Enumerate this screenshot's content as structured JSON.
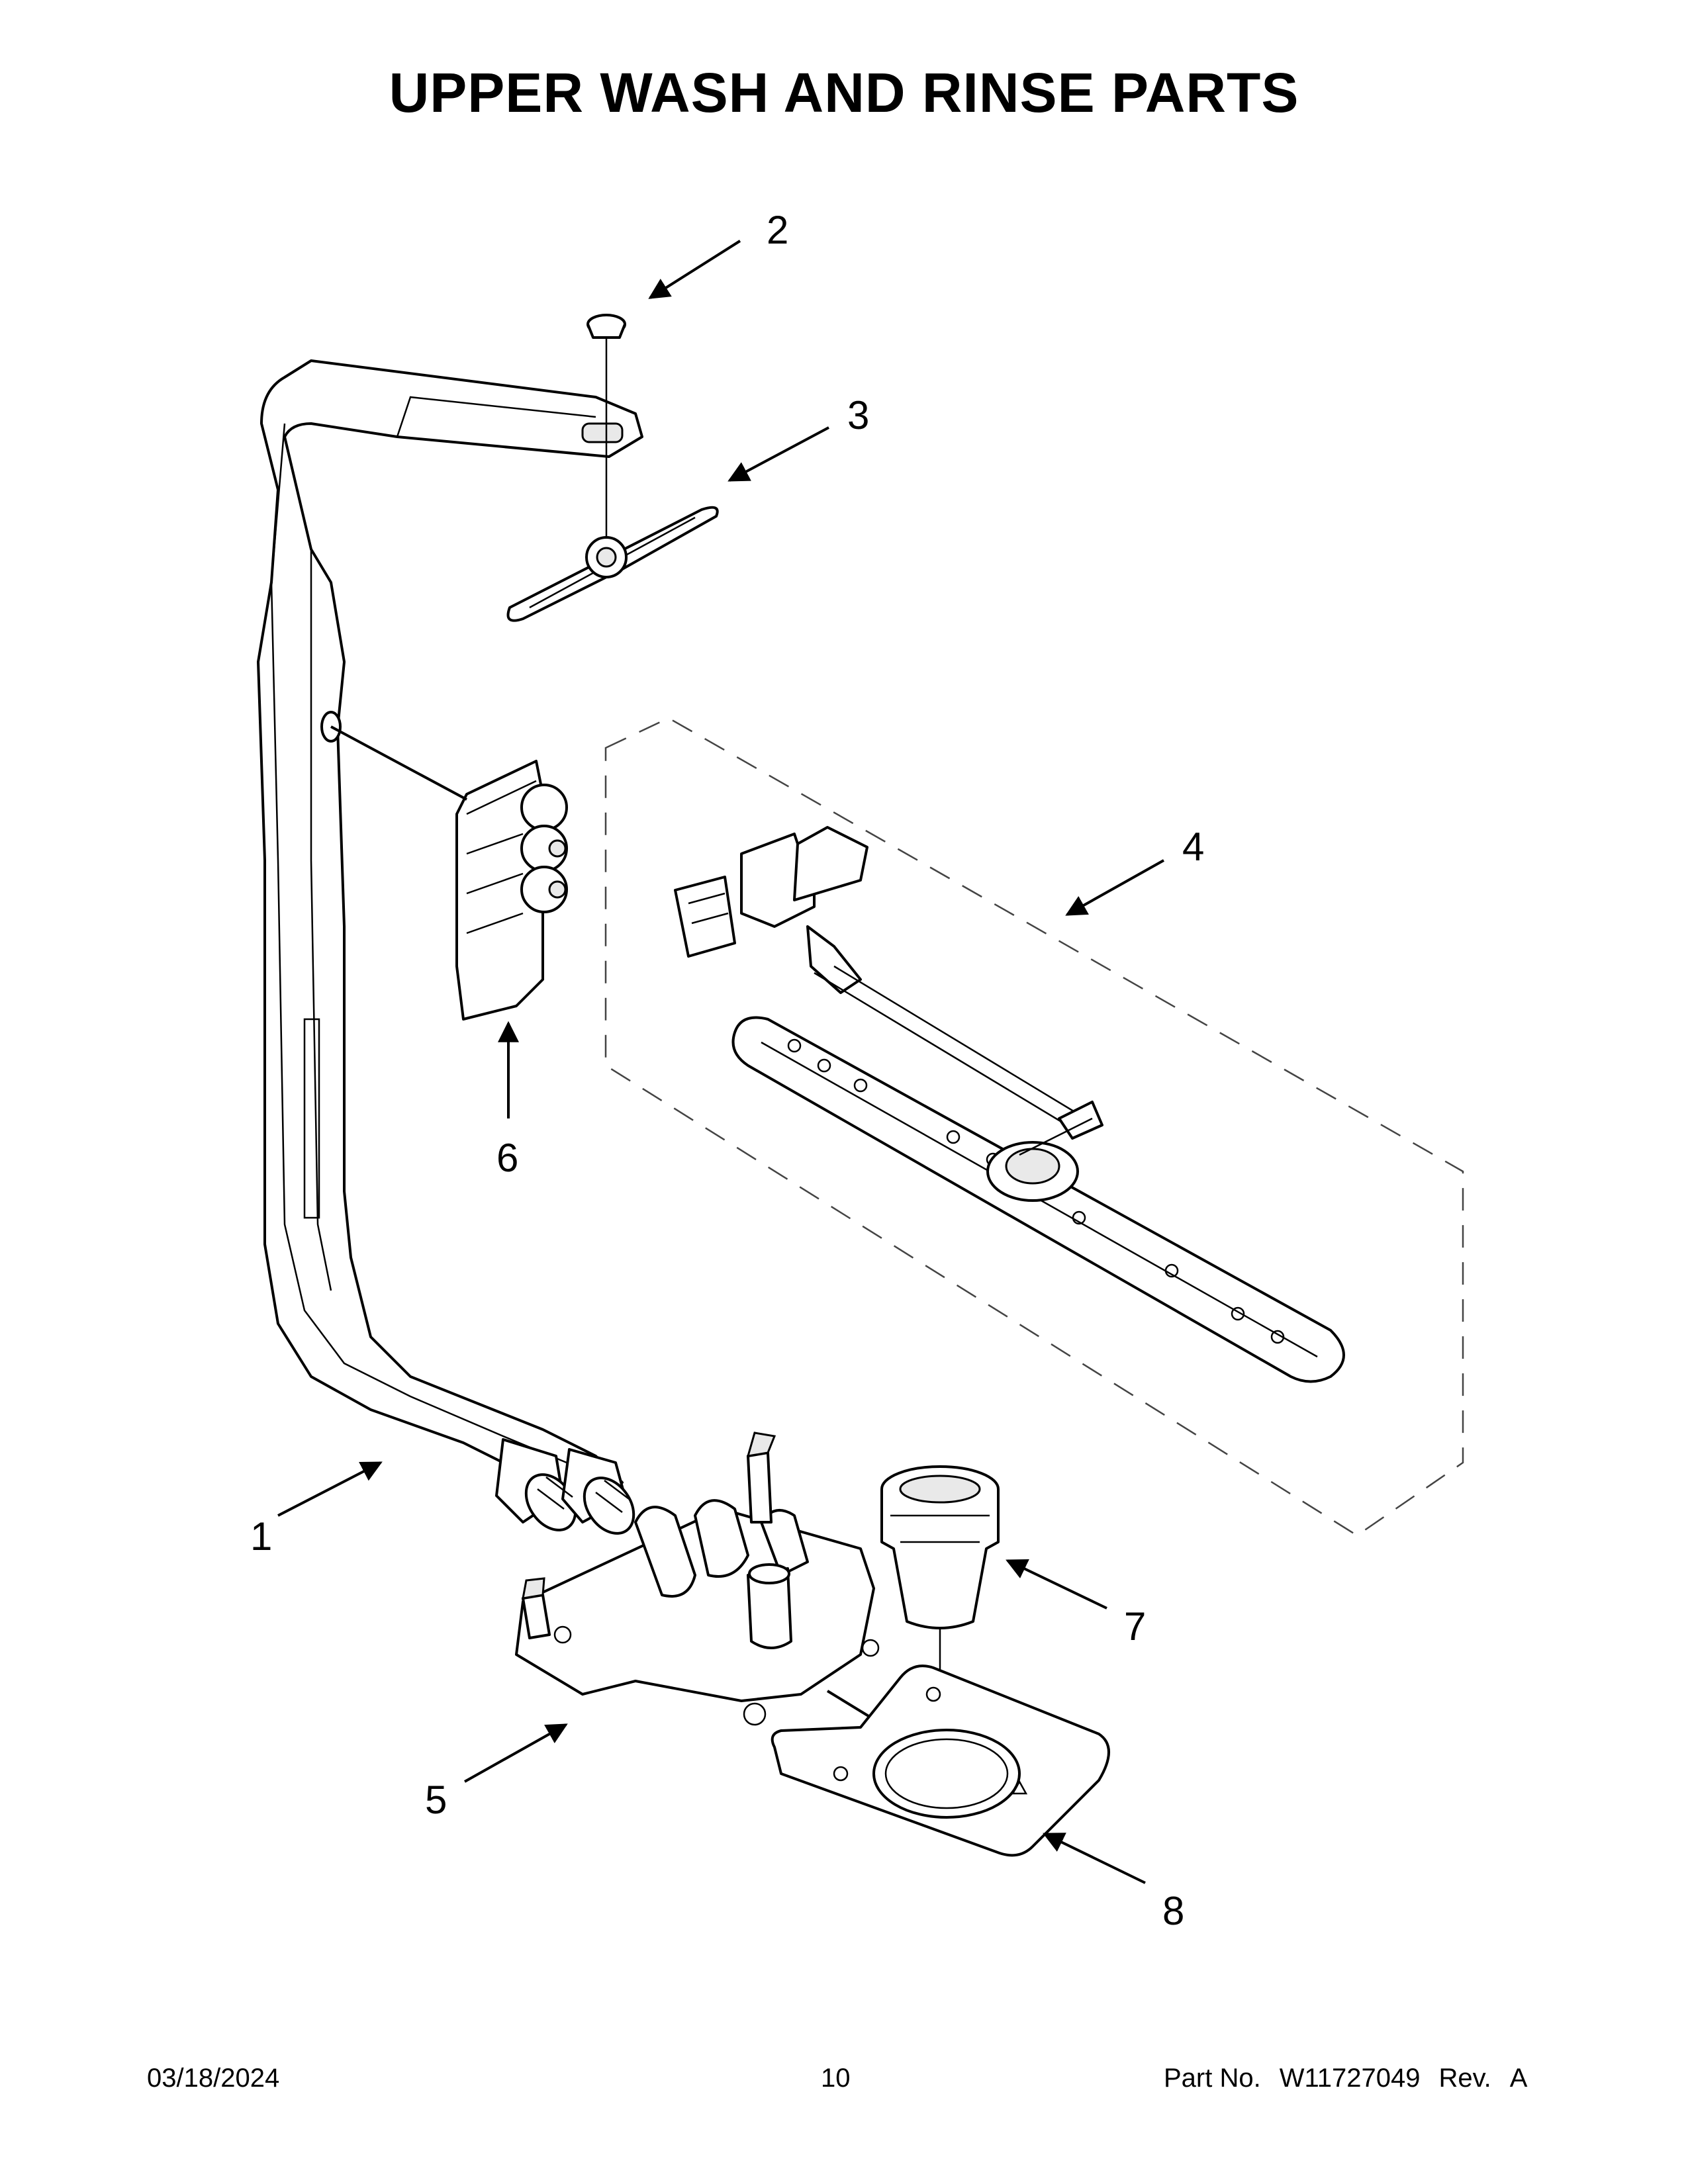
{
  "title": "UPPER WASH AND RINSE PARTS",
  "callouts": [
    {
      "id": "1",
      "label": "1"
    },
    {
      "id": "2",
      "label": "2"
    },
    {
      "id": "3",
      "label": "3"
    },
    {
      "id": "4",
      "label": "4"
    },
    {
      "id": "5",
      "label": "5"
    },
    {
      "id": "6",
      "label": "6"
    },
    {
      "id": "7",
      "label": "7"
    },
    {
      "id": "8",
      "label": "8"
    }
  ],
  "footer": {
    "date": "03/18/2024",
    "page_number": "10",
    "part_no_label": "Part No.",
    "part_no": "W11727049",
    "rev_label": "Rev.",
    "rev": "A"
  }
}
